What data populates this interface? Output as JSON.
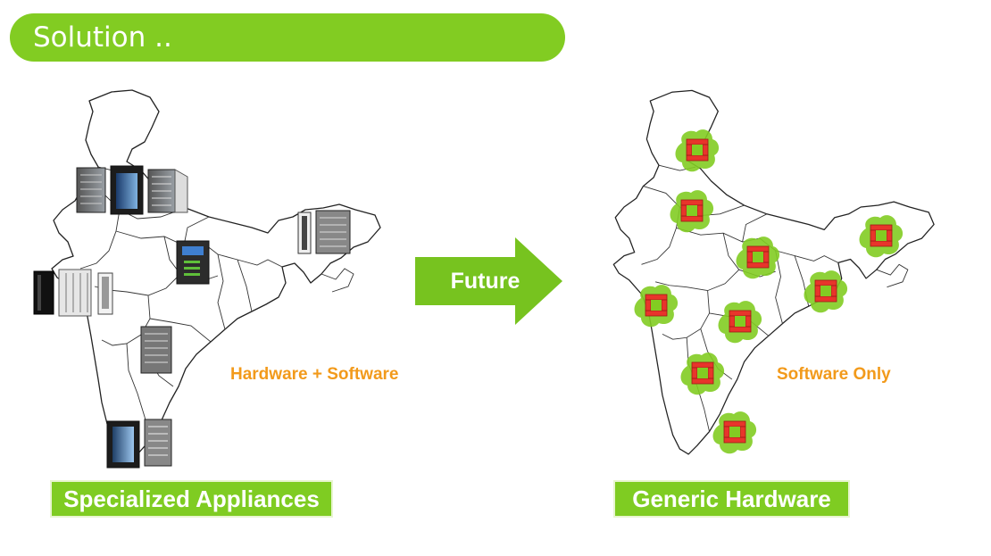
{
  "header": {
    "title": "Solution .."
  },
  "arrow": {
    "label": "Future"
  },
  "left": {
    "caption": "Hardware + Software",
    "badge": "Specialized Appliances",
    "icons": [
      "server-rack-icon",
      "server-rack-icon",
      "server-rack-icon",
      "server-rack-icon",
      "server-rack-icon",
      "server-rack-icon"
    ]
  },
  "right": {
    "caption": "Software Only",
    "badge": "Generic Hardware",
    "icons": [
      "cloud-node-icon",
      "cloud-node-icon",
      "cloud-node-icon",
      "cloud-node-icon",
      "cloud-node-icon",
      "cloud-node-icon",
      "cloud-node-icon",
      "cloud-node-icon",
      "cloud-node-icon"
    ]
  },
  "colors": {
    "green": "#82cc22",
    "orange": "#f29a1b",
    "red": "#e8352b"
  }
}
